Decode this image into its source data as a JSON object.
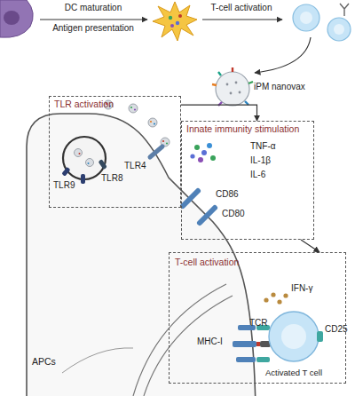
{
  "diagram": {
    "nodes": [
      {
        "text": [
          "APCs"
        ]
      },
      {
        "text": [
          "TLR activation"
        ]
      },
      {
        "text": [
          "Innate immunity stimulation"
        ]
      },
      {
        "text": [
          "T-cell activation"
        ]
      },
      {
        "text": [
          "Activated T cell"
        ],
        "in": 3
      }
    ],
    "edges": [
      {
        "from": 1,
        "to": 2,
        "arrow": "to"
      },
      {
        "from": 2,
        "to": 3,
        "arrow": "to"
      }
    ],
    "labels": [
      "DC maturation",
      "Antigen presentation",
      "T-cell activation",
      "iPM nanovax",
      "TLR4",
      "TLR8",
      "TLR9",
      "TNF-α",
      "IL-1β",
      "IL-6",
      "CD86",
      "CD80",
      "MHC-I",
      "TCR",
      "IFN-γ",
      "CD25"
    ]
  }
}
